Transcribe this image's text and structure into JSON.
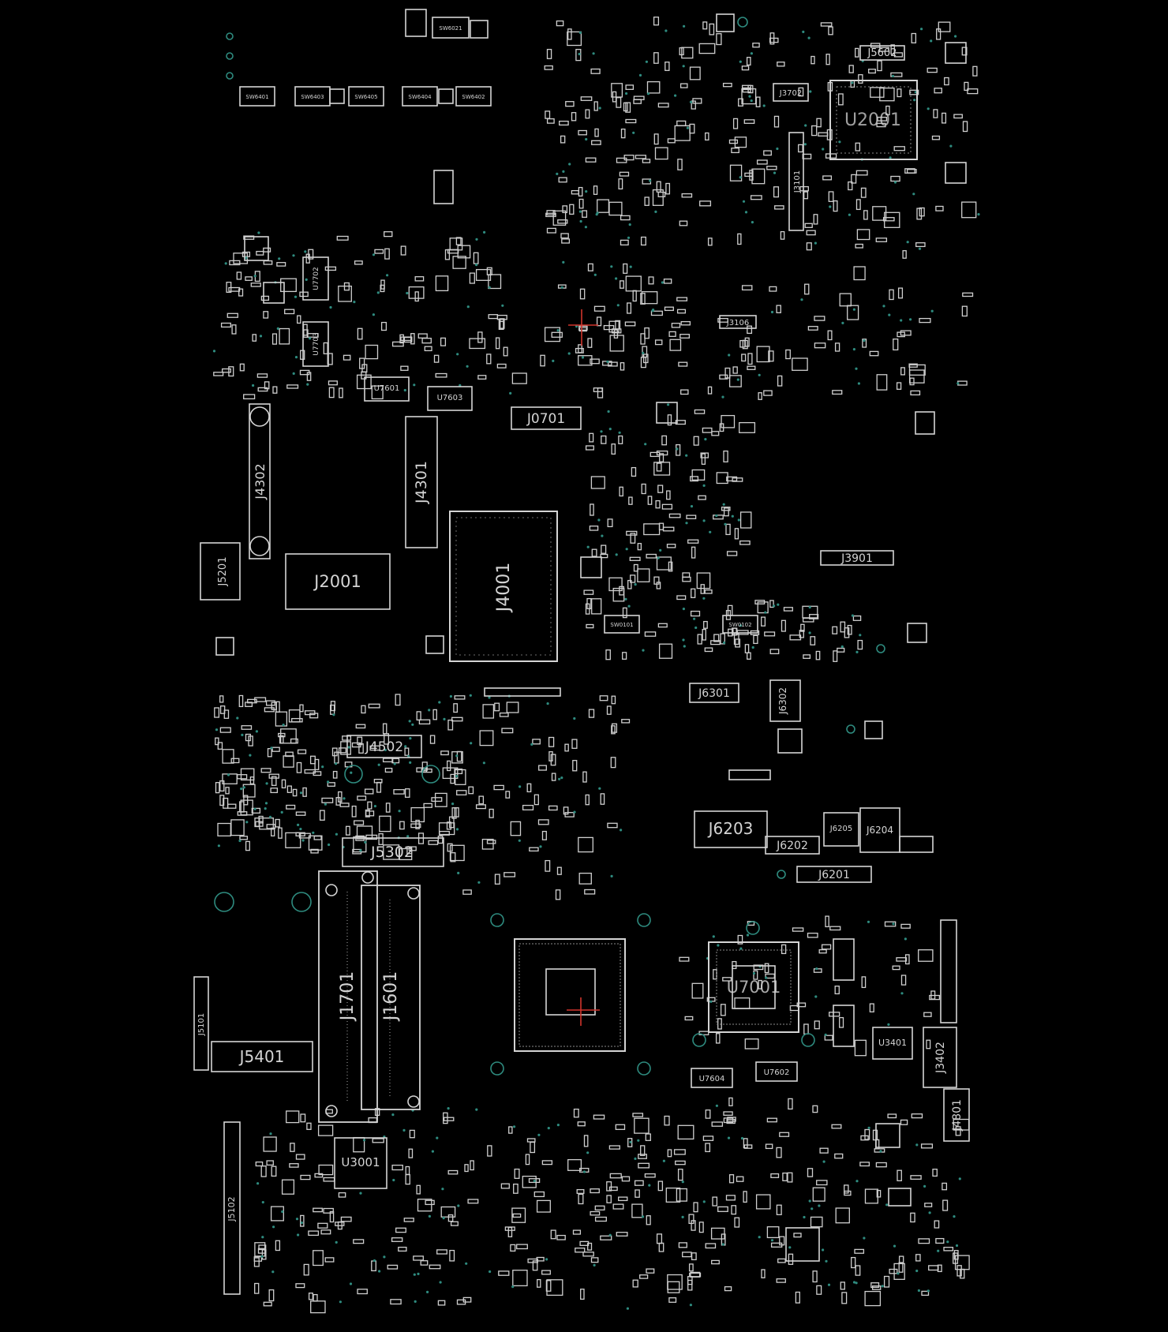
{
  "diagram": {
    "type": "pcb-boardview",
    "colors": {
      "background": "#000000",
      "outline": "#d4d4d4",
      "label": "#d4d4d4",
      "via": "#2e8b7f",
      "cursor": "#d0342c"
    }
  },
  "labels": {
    "sw6401": "SW6401",
    "sw6403": "SW6403",
    "sw6405": "SW6405",
    "sw6404": "SW6404",
    "sw6402": "SW6402",
    "sw6021": "SW6021",
    "j5602": "J5602",
    "j3702": "J3702",
    "u2001": "U2001",
    "j3101": "J3101",
    "u7702": "U7702",
    "u7703": "U7703",
    "u7601": "U7601",
    "u7603": "U7603",
    "j3106": "J3106",
    "j0701": "J0701",
    "j4302": "J4302",
    "j4301": "J4301",
    "j5201": "J5201",
    "j2001": "J2001",
    "j4001": "J4001",
    "j3901": "J3901",
    "sw0101": "SW0101",
    "sw0102": "SW0102",
    "j6301": "J6301",
    "j6302": "J6302",
    "j4502": "J4502",
    "j5302": "J5302",
    "j6203": "J6203",
    "j6202": "J6202",
    "j6205": "J6205",
    "j6204": "J6204",
    "j6201": "J6201",
    "j1701": "J1701",
    "j1601": "J1601",
    "u7001": "U7001",
    "u3401": "U3401",
    "j3402": "J3402",
    "j4801": "J4801",
    "j5401": "J5401",
    "j5101": "J5101",
    "u3001": "U3001",
    "j5102": "J5102",
    "u7604": "U7604",
    "u7602": "U7602"
  }
}
